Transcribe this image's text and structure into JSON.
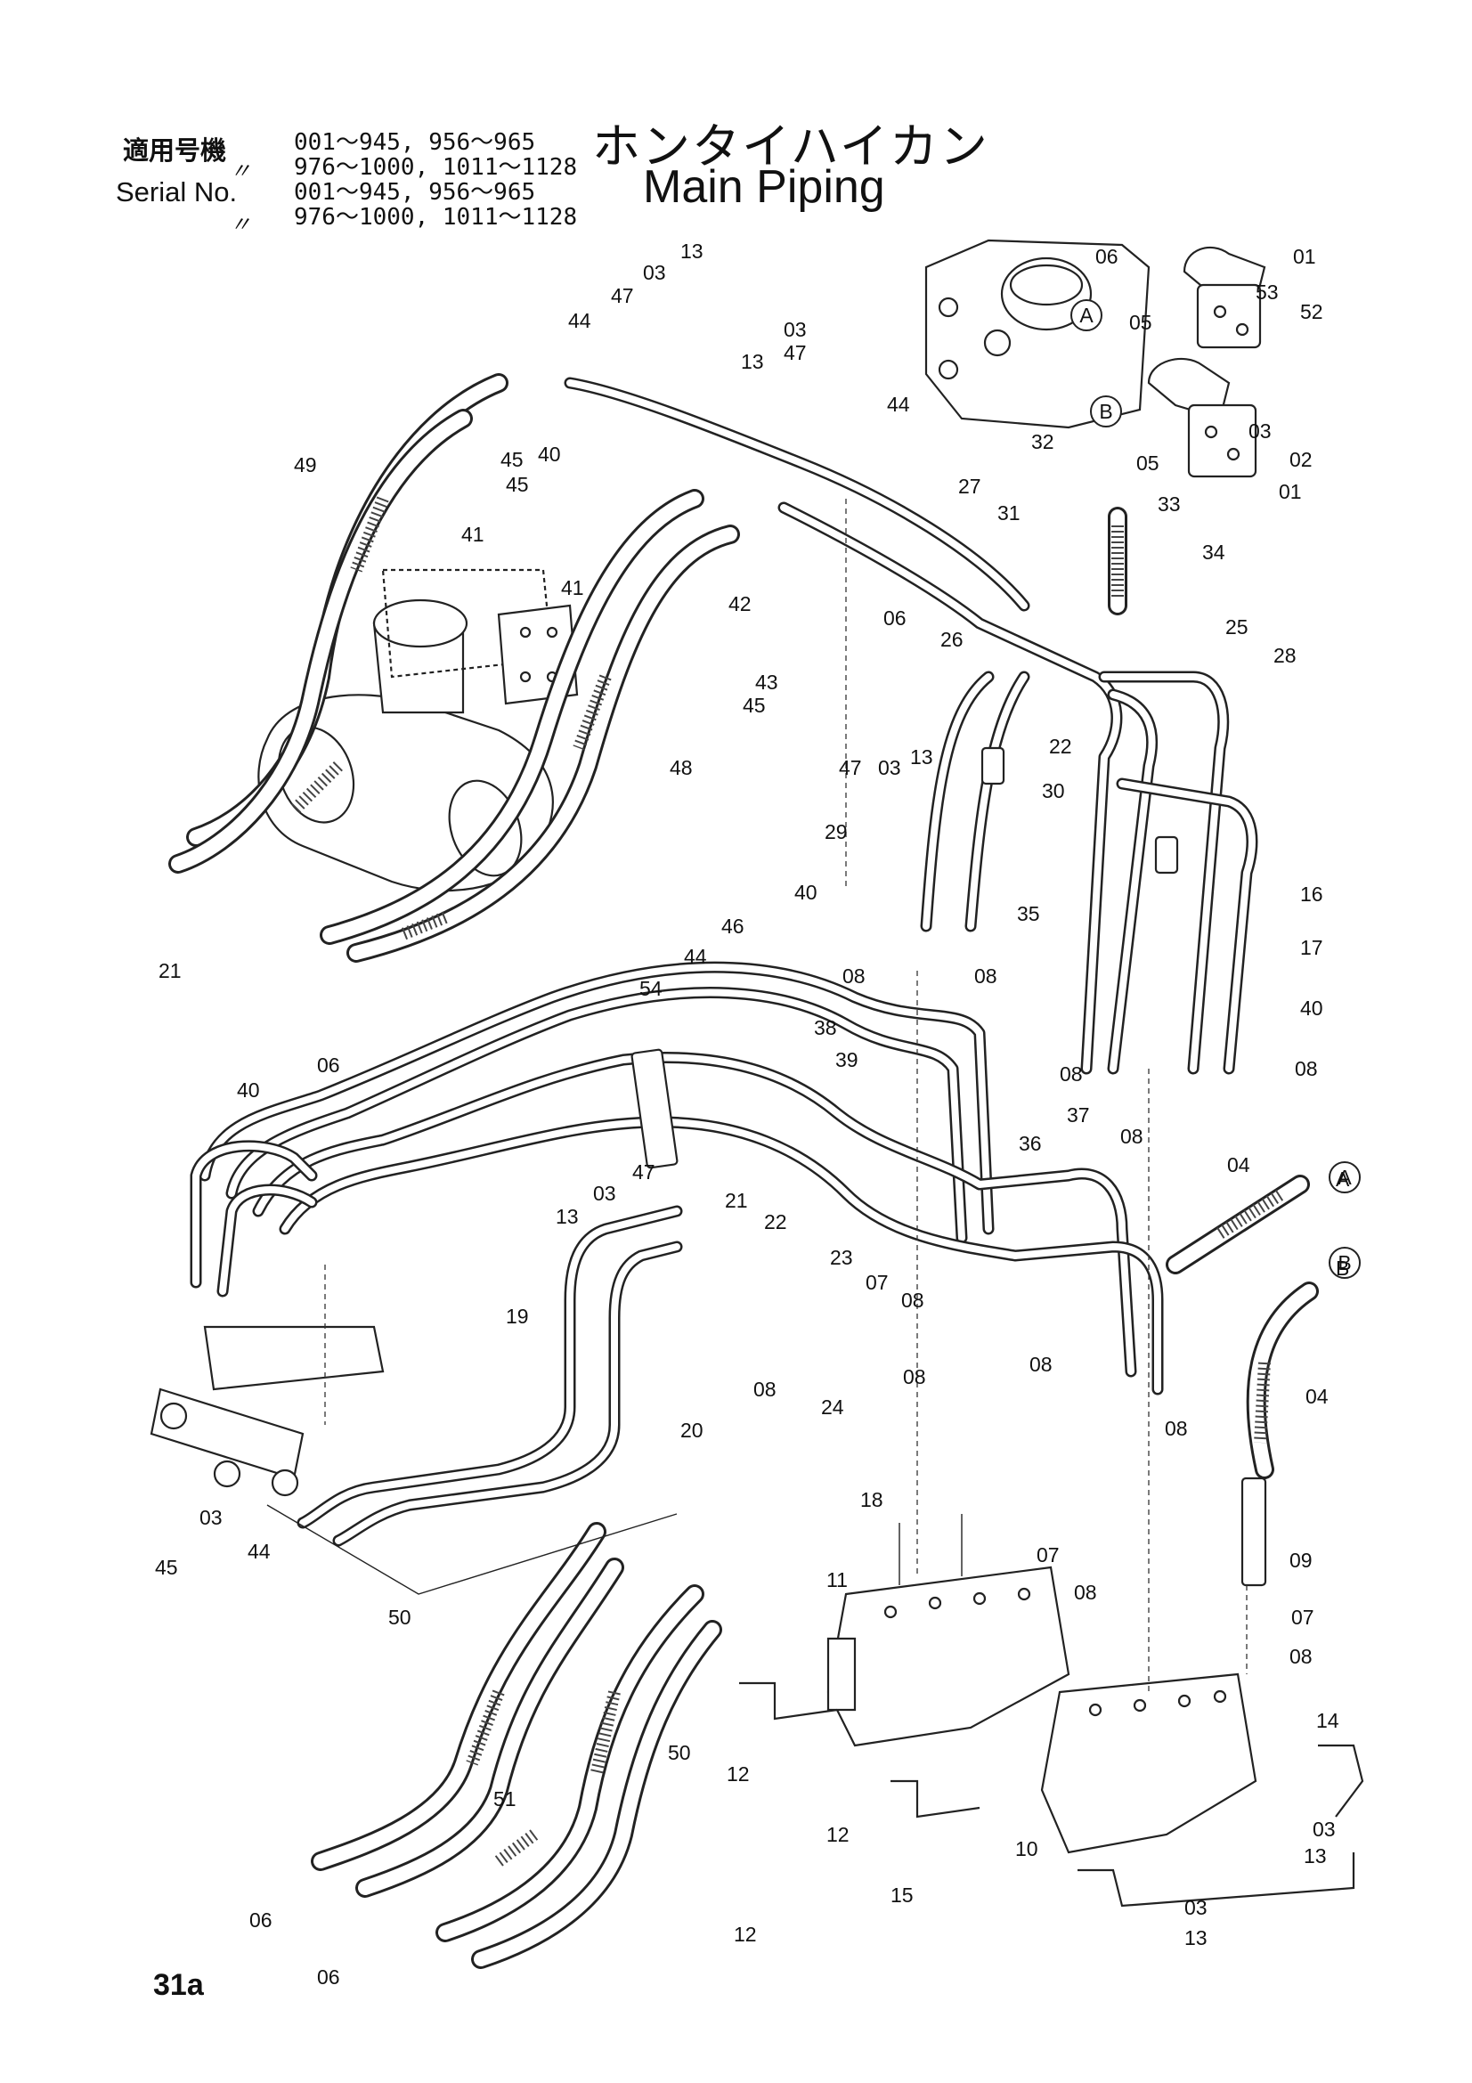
{
  "header": {
    "applicable_label": "適用号機",
    "ditto": "〃",
    "serial_label": "Serial No.",
    "ranges": [
      "001～945, 956～965",
      "976～1000, 1011～1128",
      "001～945, 956～965",
      "976～1000, 1011～1128"
    ]
  },
  "title": {
    "jp": "ホンタイハイカン",
    "en": "Main Piping"
  },
  "page_number": "31a",
  "port_marks": [
    "A",
    "B",
    "A",
    "B"
  ],
  "callouts": [
    "13",
    "03",
    "47",
    "44",
    "49",
    "45",
    "40",
    "41",
    "41",
    "21",
    "03",
    "47",
    "13",
    "45",
    "44",
    "27",
    "31",
    "32",
    "33",
    "34",
    "06",
    "01",
    "53",
    "52",
    "05",
    "02",
    "05",
    "01",
    "03",
    "42",
    "06",
    "26",
    "43",
    "45",
    "47",
    "03",
    "13",
    "22",
    "25",
    "28",
    "48",
    "30",
    "29",
    "35",
    "40",
    "16",
    "17",
    "06",
    "08",
    "08",
    "46",
    "44",
    "54",
    "40",
    "39",
    "38",
    "40",
    "08",
    "08",
    "08",
    "37",
    "36",
    "04",
    "A",
    "B",
    "47",
    "03",
    "13",
    "21",
    "22",
    "23",
    "07",
    "08",
    "19",
    "08",
    "24",
    "08",
    "04",
    "20",
    "08",
    "08",
    "18",
    "11",
    "08",
    "07",
    "09",
    "07",
    "08",
    "03",
    "45",
    "44",
    "50",
    "50",
    "51",
    "06",
    "06",
    "12",
    "12",
    "10",
    "14",
    "03",
    "13",
    "15",
    "03",
    "13",
    "12"
  ],
  "colors": {
    "ink": "#222222",
    "paper": "#ffffff"
  }
}
